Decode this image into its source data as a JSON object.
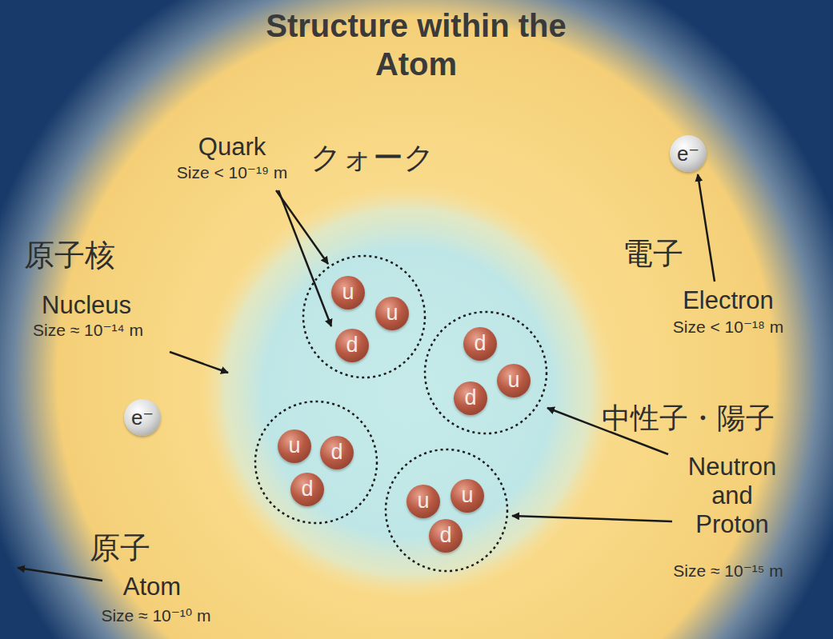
{
  "diagram": {
    "title": "Structure within the Atom",
    "nodes": [
      {
        "text": [
          "e⁻"
        ]
      },
      {
        "text": [
          "u"
        ]
      },
      {
        "text": [
          "u"
        ]
      },
      {
        "text": [
          "d"
        ]
      },
      {
        "text": [
          "d"
        ]
      },
      {
        "text": [
          "u"
        ]
      },
      {
        "text": [
          "d"
        ]
      },
      {
        "text": [
          "e⁻"
        ]
      },
      {
        "text": [
          "u"
        ]
      },
      {
        "text": [
          "d"
        ]
      },
      {
        "text": [
          "d"
        ]
      },
      {
        "text": [
          "u"
        ]
      },
      {
        "text": [
          "u"
        ]
      },
      {
        "text": [
          "d"
        ]
      }
    ],
    "labels": [
      "クォーク",
      "Quark",
      "Size < 10⁻¹⁹ m",
      "原子核",
      "Nucleus",
      "Size ≈ 10⁻¹⁴ m",
      "電子",
      "Electron",
      "Size < 10⁻¹⁸ m",
      "中性子・陽子",
      "Neutron and Proton",
      "Size ≈ 10⁻¹⁵ m",
      "原子",
      "Atom",
      "Size ≈ 10⁻¹⁰ m"
    ]
  }
}
